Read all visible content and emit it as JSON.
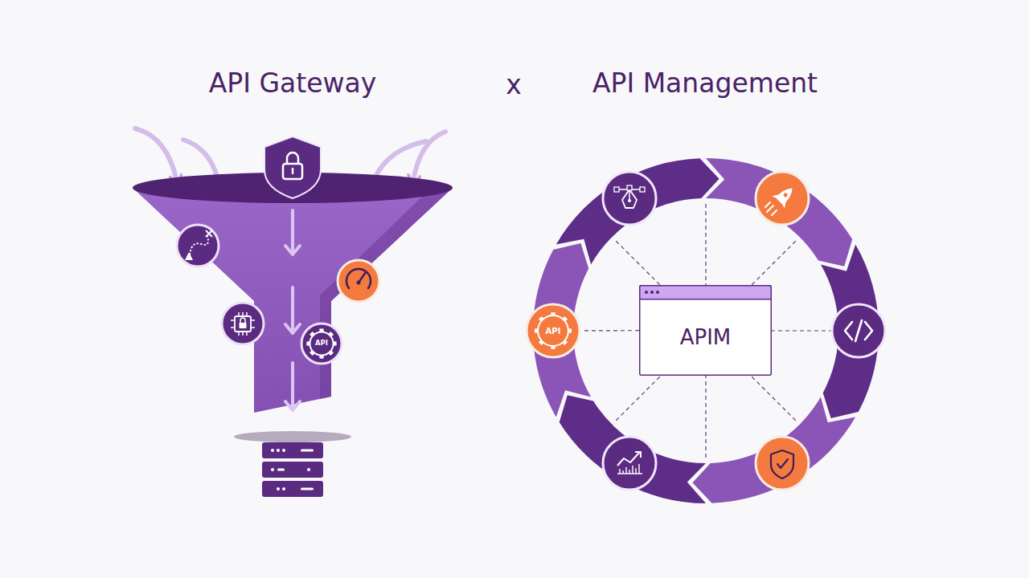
{
  "diagram": {
    "nodes": [
      {
        "text": [
          "API"
        ]
      },
      {
        "text": [
          "API"
        ]
      },
      {
        "text": [
          "APIM"
        ]
      }
    ],
    "edges": [
      {
        "from": 2,
        "to": 1,
        "arrow": "none"
      }
    ],
    "labels": [
      "API Gateway",
      "x",
      "API Management"
    ]
  }
}
